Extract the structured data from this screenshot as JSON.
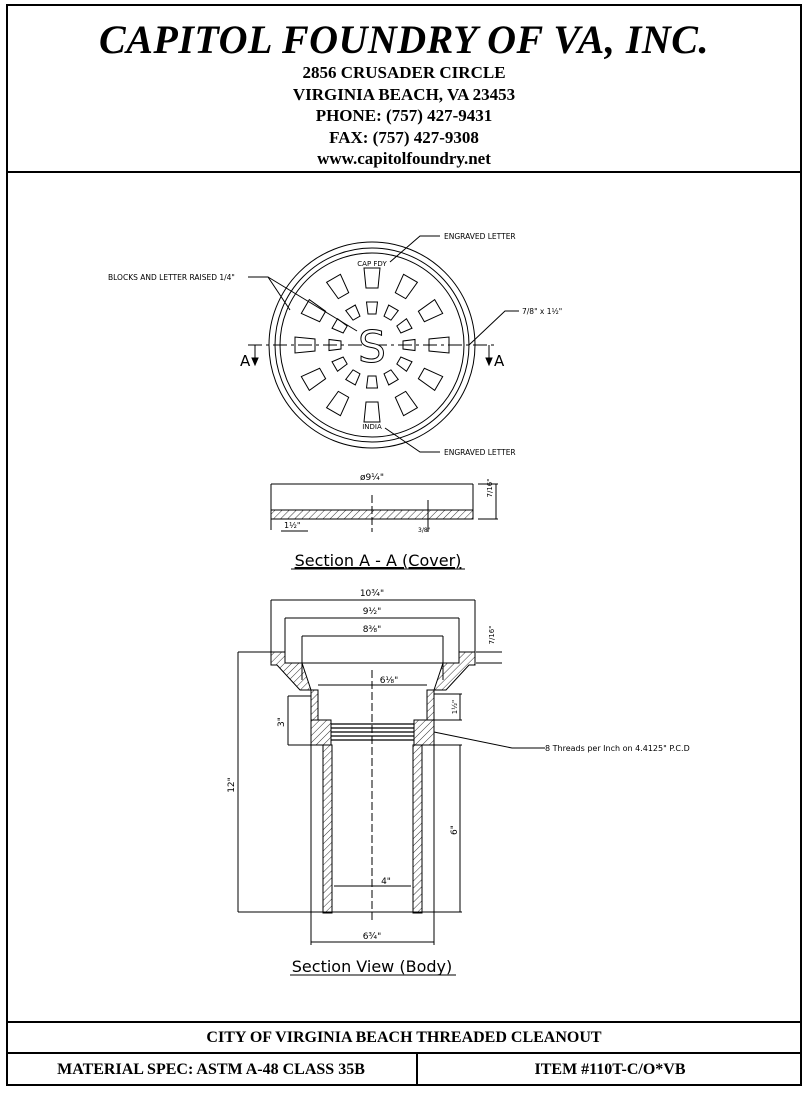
{
  "header": {
    "company": "CAPITOL FOUNDRY OF VA, INC.",
    "address_line1": "2856 CRUSADER CIRCLE",
    "address_line2": "VIRGINIA BEACH, VA 23453",
    "phone": "PHONE: (757) 427-9431",
    "fax": "FAX: (757) 427-9308",
    "website": "www.capitolfoundry.net"
  },
  "plan_view": {
    "callout_engraved_top": "ENGRAVED LETTER",
    "callout_engraved_bottom": "ENGRAVED LETTER",
    "callout_blocks": "BLOCKS AND LETTER RAISED 1/4\"",
    "callout_slot": "7/8\" x 1½\"",
    "engraving_top": "CAP FDY",
    "engraving_bottom": "INDIA",
    "center_letter": "S",
    "section_mark_left": "A",
    "section_mark_right": "A"
  },
  "cover_section": {
    "title": "Section A - A (Cover)",
    "dim_diameter": "ø9¼\"",
    "dim_thickness": "7/16\"",
    "dim_rim": "1½\"",
    "dim_plate": "3/8\""
  },
  "body_section": {
    "title": "Section View (Body)",
    "dim_overall_width": "10¾\"",
    "dim_seat_width": "9½\"",
    "dim_opening": "8⅜\"",
    "dim_seat_depth": "7/16\"",
    "dim_neck": "6⅛\"",
    "dim_neck_height": "1½\"",
    "dim_thread_length": "3\"",
    "dim_height": "12\"",
    "dim_pipe_length": "6\"",
    "dim_bore": "4\"",
    "dim_outer": "6¾\"",
    "thread_note": "8 Threads per Inch on 4.4125\" P.C.D"
  },
  "footer": {
    "title": "CITY OF VIRGINIA BEACH THREADED CLEANOUT",
    "material_spec": "MATERIAL SPEC:  ASTM A-48 CLASS 35B",
    "item_number": "ITEM #110T-C/O*VB"
  }
}
